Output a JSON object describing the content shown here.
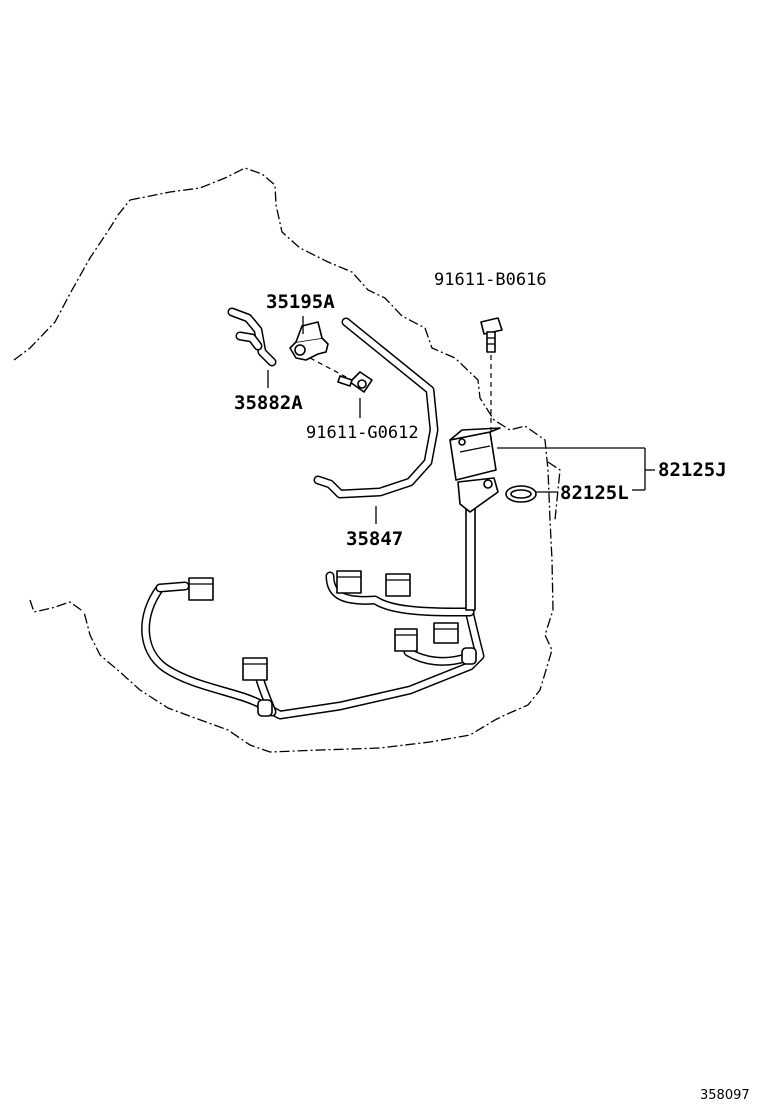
{
  "diagram": {
    "figure_id": "358097",
    "callouts": [
      {
        "id": "c-91611-B0616",
        "text": "91611-B0616"
      },
      {
        "id": "c-35195A",
        "text": "35195A"
      },
      {
        "id": "c-35882A",
        "text": "35882A"
      },
      {
        "id": "c-91611-G0612",
        "text": "91611-G0612"
      },
      {
        "id": "c-35847",
        "text": "35847"
      },
      {
        "id": "c-82125J",
        "text": "82125J"
      },
      {
        "id": "c-82125L",
        "text": "82125L"
      }
    ]
  }
}
